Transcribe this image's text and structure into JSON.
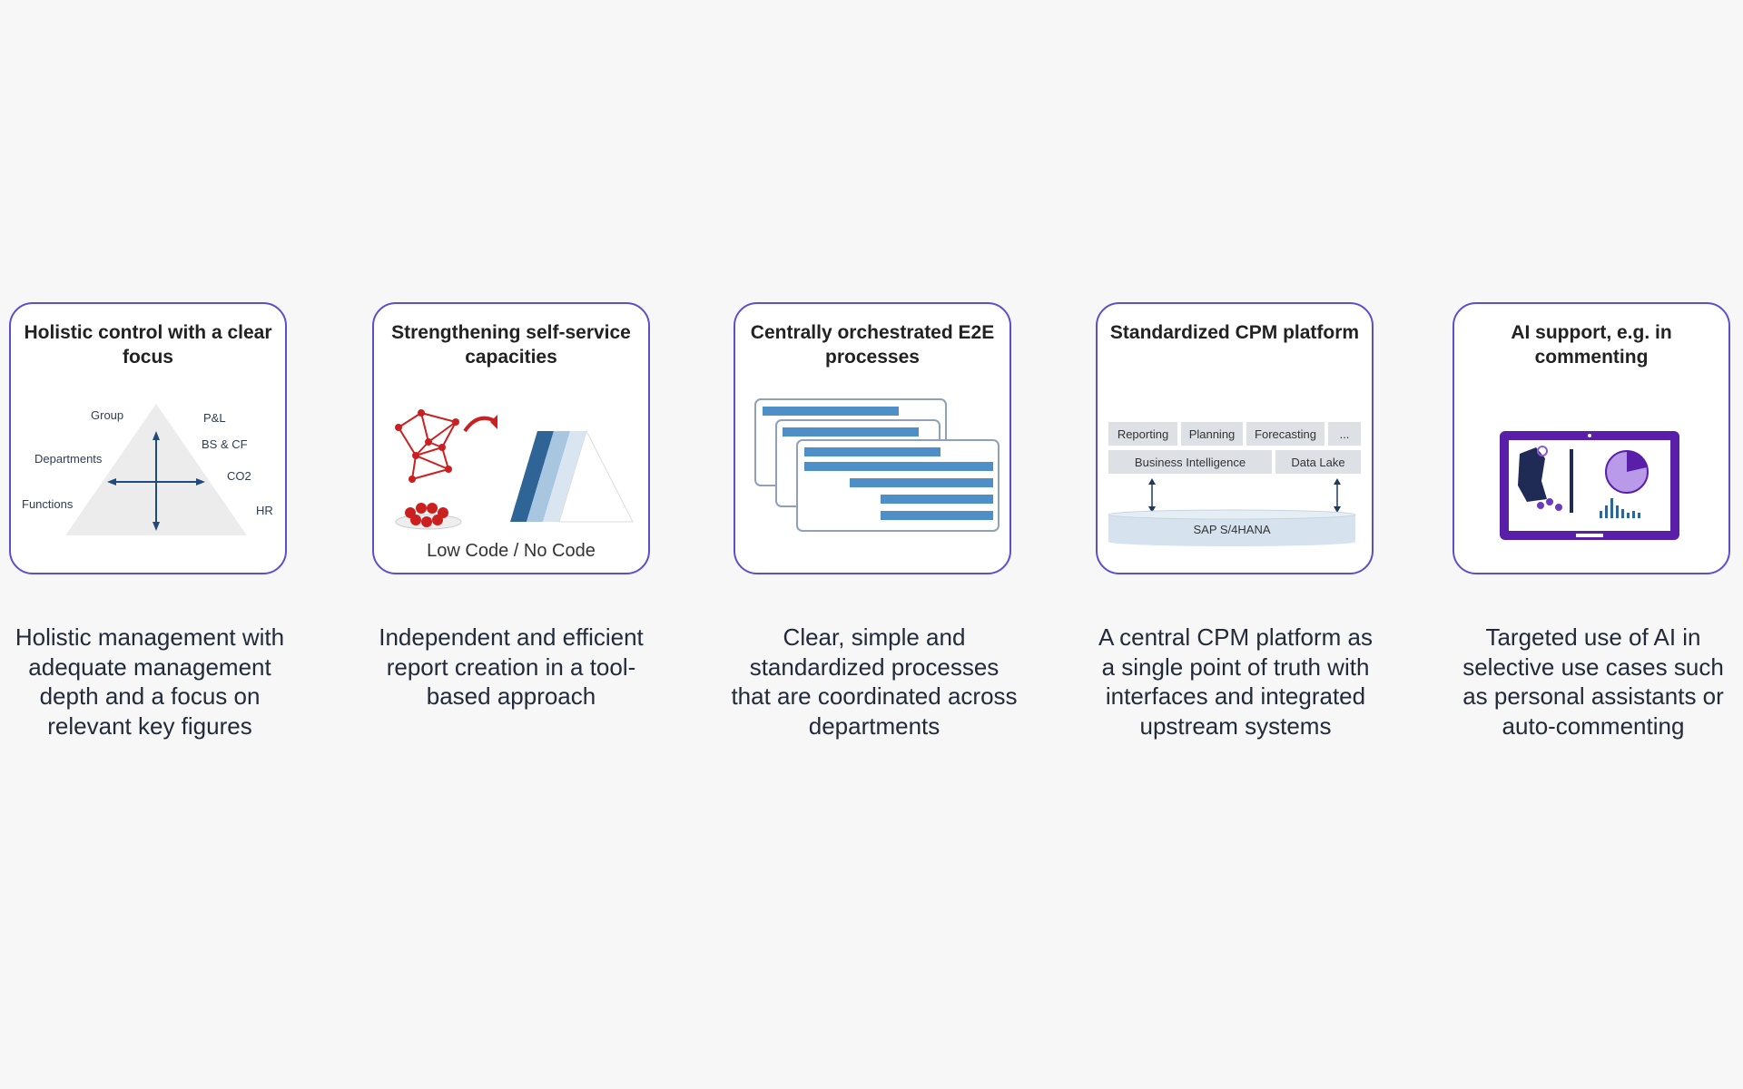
{
  "cards": [
    {
      "title": "Holistic control with a clear focus",
      "labels": {
        "group": "Group",
        "departments": "Departments",
        "functions": "Functions",
        "pl": "P&L",
        "bscf": "BS & CF",
        "co2": "CO2",
        "hr": "HR"
      },
      "description": "Holistic management with adequate management depth and a focus on relevant key figures"
    },
    {
      "title": "Strengthening self-service capacities",
      "caption": "Low Code / No Code",
      "description": "Independent and efficient report creation in a tool-based approach"
    },
    {
      "title": "Centrally orchestrated E2E processes",
      "description": "Clear, simple and standardized processes that are coordinated across departments"
    },
    {
      "title": "Standardized CPM platform",
      "labels": {
        "reporting": "Reporting",
        "planning": "Planning",
        "forecasting": "Forecasting",
        "more": "...",
        "bi": "Business Intelligence",
        "datalake": "Data Lake",
        "sap": "SAP S/4HANA"
      },
      "description": "A central CPM platform as a single point of truth with interfaces and integrated upstream systems"
    },
    {
      "title": "AI support, e.g. in commenting",
      "description": "Targeted use of AI in selective use cases such as personal assistants or auto-commenting"
    }
  ],
  "colors": {
    "border": "#5b4fd0",
    "accent_blue": "#2f6496",
    "red": "#cc1f1f",
    "purple": "#5a1fa8"
  }
}
